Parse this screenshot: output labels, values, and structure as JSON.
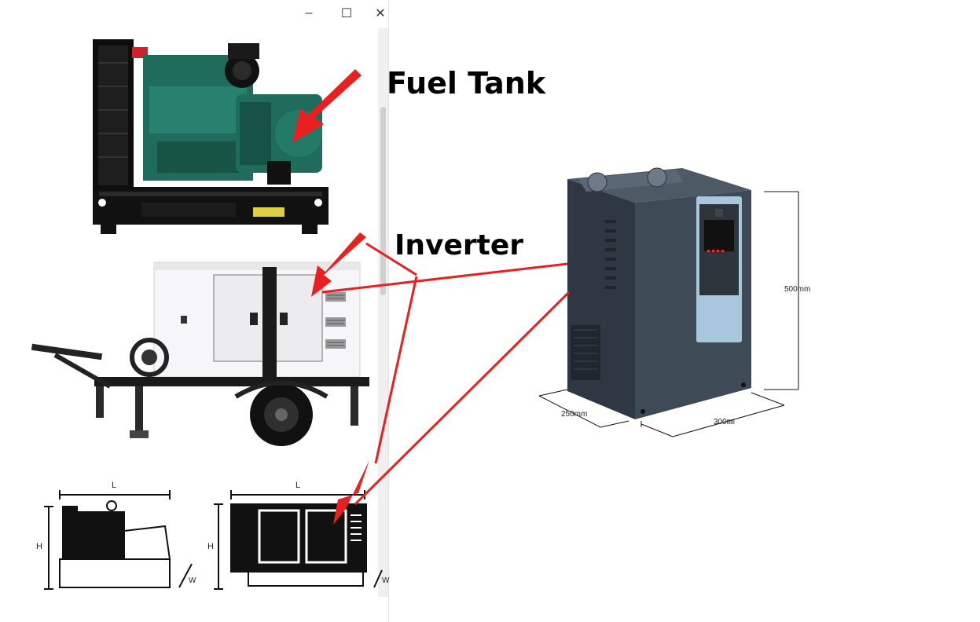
{
  "window": {
    "controls": {
      "minimize": "–",
      "maximize": "☐",
      "close": "✕"
    }
  },
  "annotations": {
    "fuel_tank_label": "Fuel Tank",
    "inverter_label": "Inverter"
  },
  "drawings": {
    "dim_length": "L",
    "dim_height": "H",
    "dim_width": "W"
  },
  "inverter_product": {
    "height_dim": "500mm",
    "depth_dim": "250mm",
    "width_dim": "300㎜"
  },
  "colors": {
    "arrow_red": "#e8201f",
    "engine_green": "#1f6b5c",
    "inverter_body": "#3f4a57",
    "panel_blue": "#a9c7dc"
  }
}
